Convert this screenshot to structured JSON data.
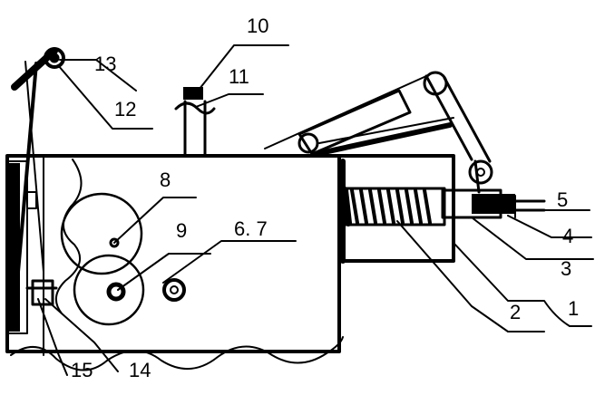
{
  "figure": {
    "labels": [
      "1",
      "2",
      "3",
      "4",
      "5",
      "6. 7",
      "8",
      "9",
      "10",
      "11",
      "12",
      "13",
      "14",
      "15"
    ]
  },
  "colors": {
    "ink": "#000000",
    "paper": "#ffffff"
  }
}
